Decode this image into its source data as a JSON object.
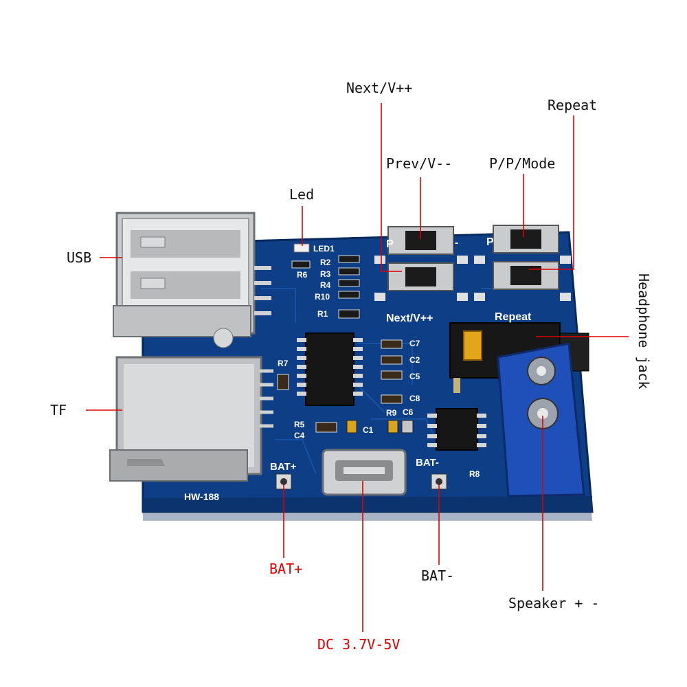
{
  "board": {
    "model": "HW-188",
    "pcb_color": "#0e3f86",
    "silkscreen": {
      "led": "LED1",
      "resistors": [
        "R2",
        "R3",
        "R4",
        "R10",
        "R1",
        "R6",
        "R7",
        "R5",
        "R9",
        "R8"
      ],
      "capacitors": [
        "C7",
        "C2",
        "C5",
        "C8",
        "C6",
        "C4",
        "C1"
      ],
      "bat_plus": "BAT+",
      "bat_minus": "BAT-",
      "next": "Next/V++",
      "repeat": "Repeat",
      "p_left": "P",
      "p_right": "P",
      "minus": "-"
    }
  },
  "callouts": {
    "next_v": "Next/V++",
    "repeat": "Repeat",
    "prev_v": "Prev/V--",
    "play_pause_mode": "P/P/Mode",
    "led": "Led",
    "usb": "USB",
    "headphone_jack": "Headphone jack",
    "tf": "TF",
    "bat_plus": "BAT+",
    "bat_minus": "BAT-",
    "speaker": "Speaker + -",
    "dc": "DC 3.7V-5V"
  },
  "colors": {
    "leader_line": "#e00000",
    "text_dark": "#111111",
    "text_red": "#e00000",
    "terminal_blue": "#1f4fb8"
  }
}
